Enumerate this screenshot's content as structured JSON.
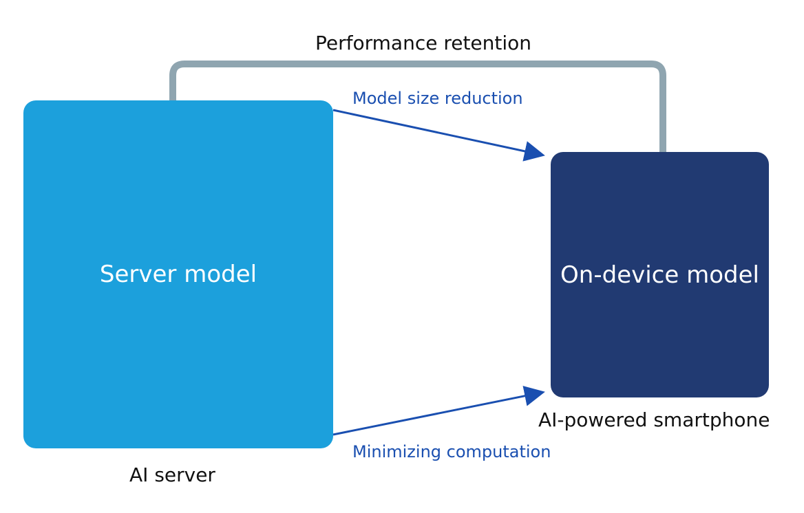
{
  "title": "Performance retention",
  "nodes": {
    "server": {
      "label": "Server model",
      "caption": "AI server"
    },
    "device": {
      "label": "On-device model",
      "caption": "AI-powered smartphone"
    }
  },
  "edges": {
    "top": {
      "label": "Model size reduction"
    },
    "bottom": {
      "label": "Minimizing computation"
    }
  },
  "colors": {
    "server_box": "#1ca0dc",
    "device_box": "#213a72",
    "arrow": "#1a4fb0",
    "retention_line": "#8fa5b0",
    "edge_label_text": "#1a4fb0",
    "caption_text": "#111111"
  }
}
